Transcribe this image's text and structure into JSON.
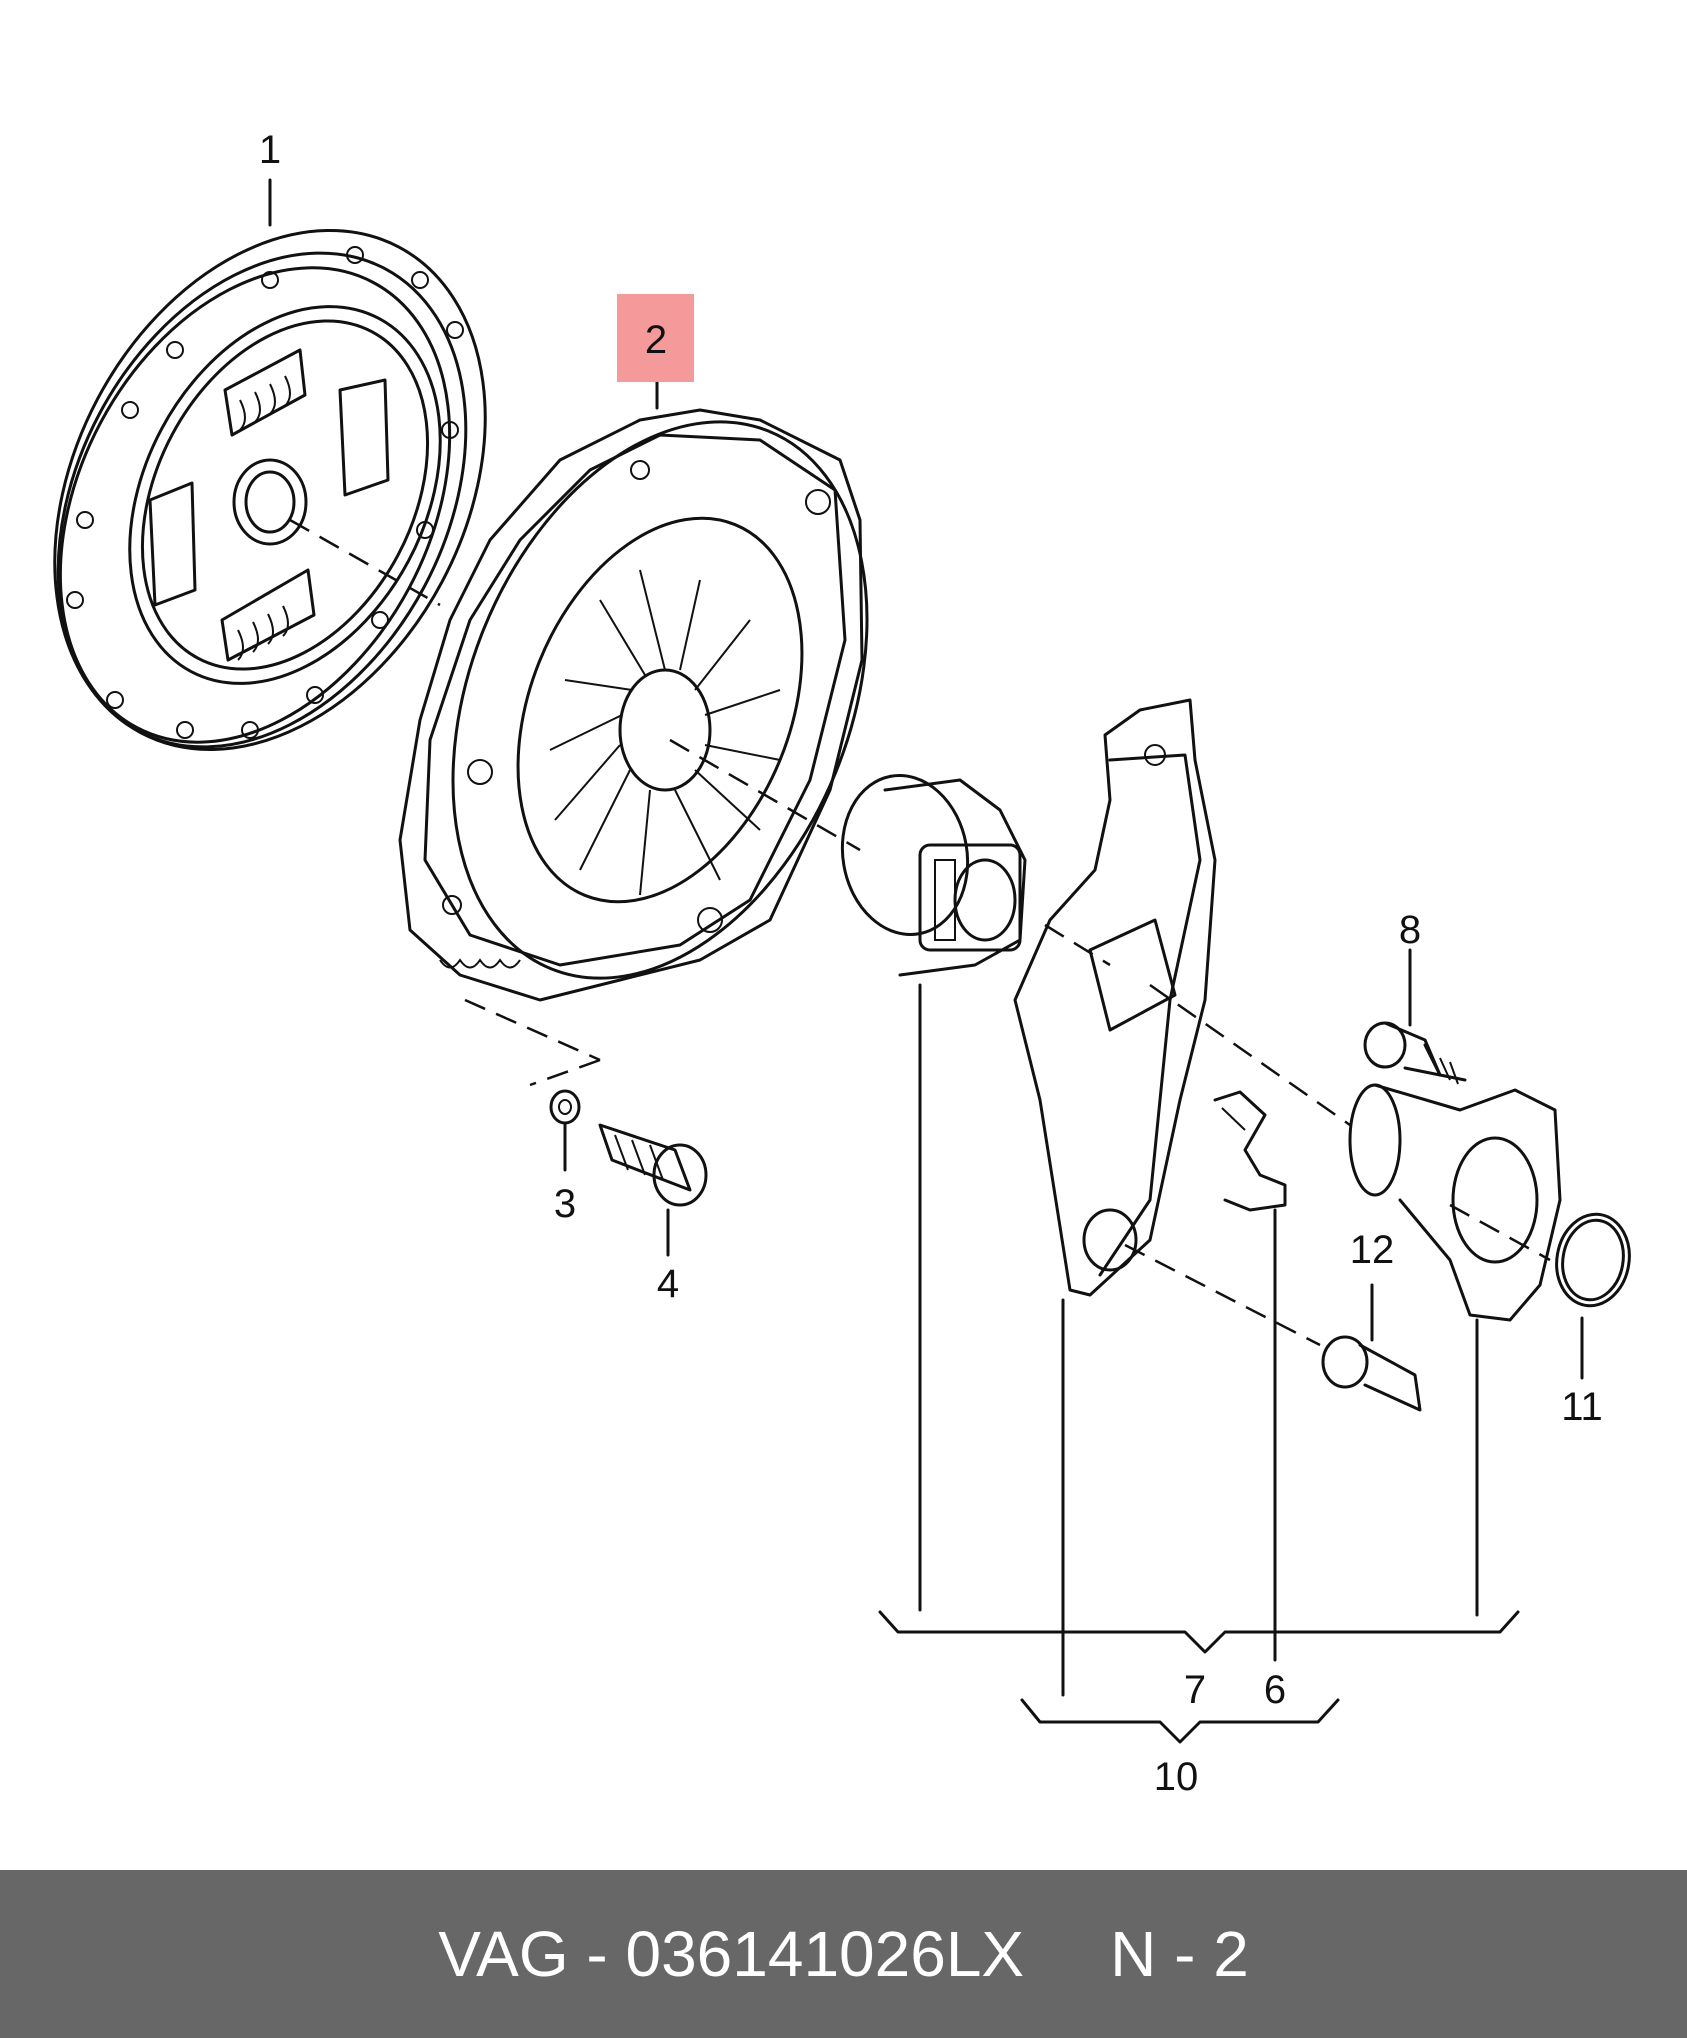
{
  "callouts": [
    {
      "id": "1",
      "label": "1"
    },
    {
      "id": "2",
      "label": "2",
      "highlighted": true
    },
    {
      "id": "3",
      "label": "3"
    },
    {
      "id": "4",
      "label": "4"
    },
    {
      "id": "6",
      "label": "6"
    },
    {
      "id": "7",
      "label": "7"
    },
    {
      "id": "8",
      "label": "8"
    },
    {
      "id": "10",
      "label": "10"
    },
    {
      "id": "11",
      "label": "11"
    },
    {
      "id": "12",
      "label": "12"
    }
  ],
  "footer": {
    "brand_part": "VAG - 036141026LX",
    "ref": "N - 2"
  },
  "colors": {
    "highlight": "#f59a9a",
    "footer_bg": "#676767",
    "line": "#111111"
  }
}
